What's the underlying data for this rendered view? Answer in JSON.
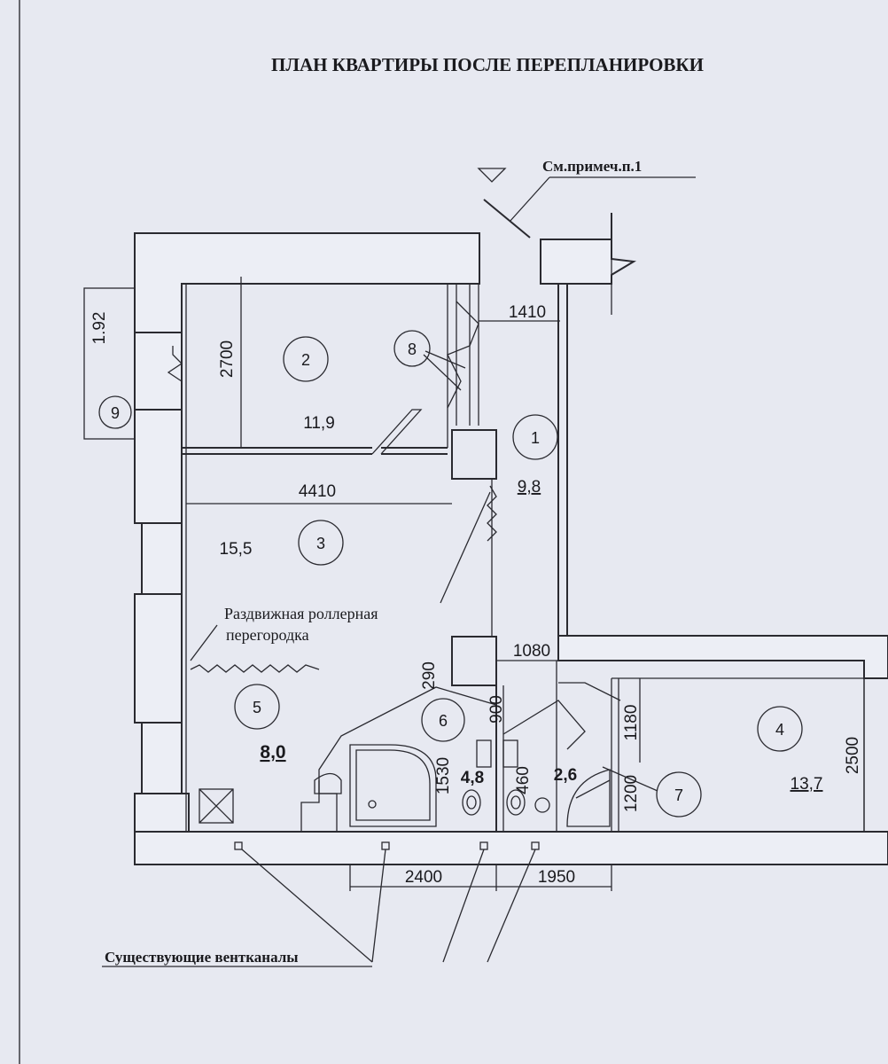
{
  "title": "ПЛАН КВАРТИРЫ ПОСЛЕ ПЕРЕПЛАНИРОВКИ",
  "note_ref": "См.примеч.п.1",
  "rooms": [
    {
      "number": "1",
      "area": "9,8"
    },
    {
      "number": "2",
      "area": "11,9"
    },
    {
      "number": "3",
      "area": "15,5"
    },
    {
      "number": "4",
      "area": "13,7"
    },
    {
      "number": "5",
      "area": "8,0"
    },
    {
      "number": "6",
      "area": "4,8"
    },
    {
      "number": "7",
      "area": "2,6"
    },
    {
      "number": "8",
      "area": ""
    },
    {
      "number": "9",
      "area": ""
    }
  ],
  "dimensions": {
    "d1410": "1410",
    "d2700": "2700",
    "d4410": "4410",
    "d192": "1.92",
    "d1080": "1080",
    "d290": "290",
    "d900": "900",
    "d1530": "1530",
    "d460": "460",
    "d1180": "1180",
    "d1200": "1200",
    "d2500": "2500",
    "d2400": "2400",
    "d1950": "1950"
  },
  "labels": {
    "sliding_partition_line1": "Раздвижная роллерная",
    "sliding_partition_line2": "перегородка",
    "vent_channels": "Существующие вентканалы"
  }
}
